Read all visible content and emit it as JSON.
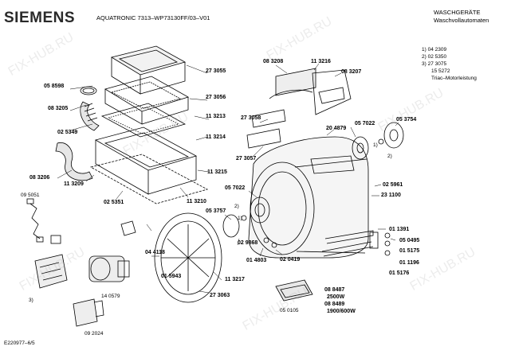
{
  "header": {
    "brand": "SIEMENS",
    "model": "AQUATRONIC 7313–WP73130FF/03–V01",
    "category_line1": "WASCHGERÄTE",
    "category_line2": "Waschvollautomaten"
  },
  "notes": {
    "n1": "1)  04 2309",
    "n2": "2)  02 5350",
    "n3": "3)  27 3075",
    "n3b": "15 5272",
    "n4": "Triac–Motorleistung"
  },
  "callouts": {
    "c2": "2)",
    "c1": "1)",
    "c3": "3)",
    "c2b": "2)",
    "c1b": "1)"
  },
  "parts": {
    "p273055": "27 3055",
    "p058598": "05 8598",
    "p273056": "27 3056",
    "p083205": "08 3205",
    "p113213": "11 3213",
    "p025349": "02 5349",
    "p113214": "11 3214",
    "p083206": "08 3206",
    "p113209": "11 3209",
    "p113215": "11 3215",
    "p095051": "09 5051",
    "p025351": "02 5351",
    "p113210": "11 3210",
    "p083208": "08 3208",
    "p113216": "11 3216",
    "p083207": "08 3207",
    "p273058": "27 3058",
    "p204879": "20 4879",
    "p057022a": "05 7022",
    "p053754": "05 3754",
    "p273057": "27 3057",
    "p025961": "02 5961",
    "p231100": "23 1100",
    "p057022b": "05 7022",
    "p053757": "05 3757",
    "p029868": "02 9868",
    "p014803": "01 4803",
    "p020419": "02 0419",
    "p011391": "01 1391",
    "p050495": "05 0495",
    "p015175": "01 5175",
    "p011196": "01 1196",
    "p015176": "01 5176",
    "p044118": "04 4118",
    "p015943": "01 5943",
    "p113217": "11 3217",
    "p273063": "27 3063",
    "p140579": "14 0579",
    "p092024": "09 2024",
    "p050105": "05 0105",
    "p088487": "08 8487",
    "p2500w": "2500W",
    "p088489": "08 8489",
    "p1900w": "1900/600W"
  },
  "footer": {
    "code": "E220977–6/5"
  },
  "watermark": "FIX-HUB.RU"
}
